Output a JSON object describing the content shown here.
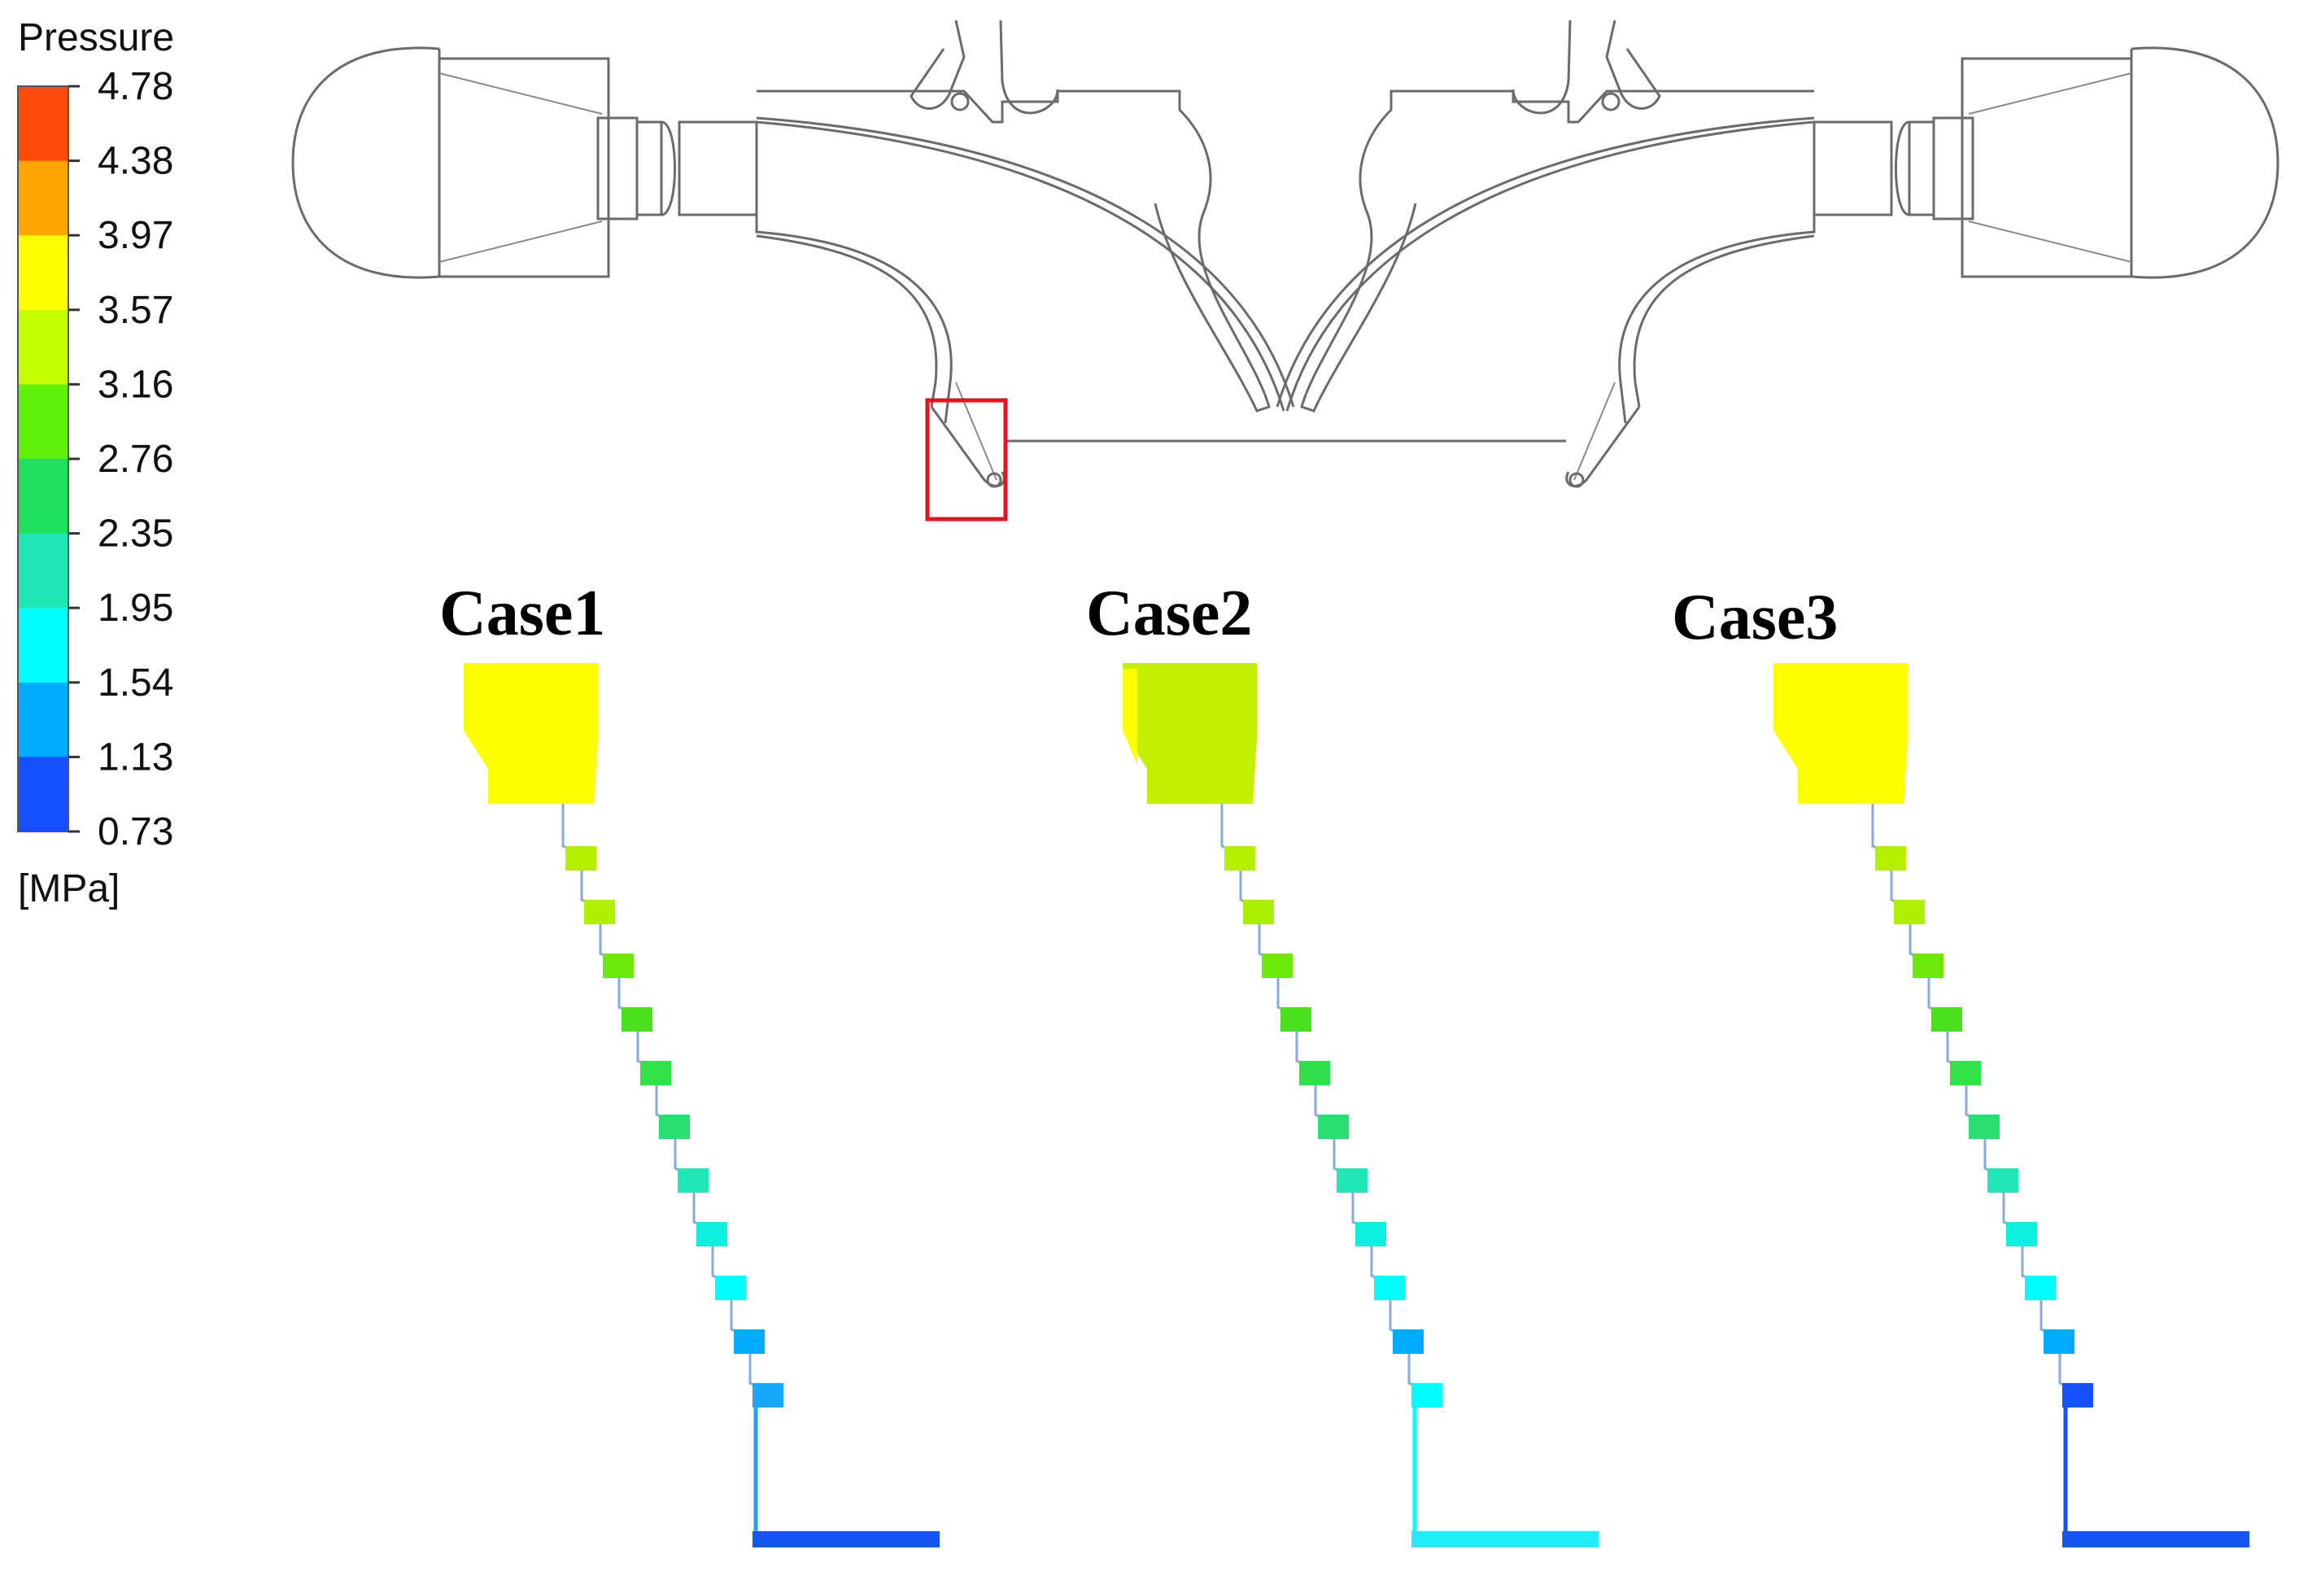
{
  "legend": {
    "title": "Pressure",
    "unit": "[MPa]",
    "ticks": [
      "4.78",
      "4.38",
      "3.97",
      "3.57",
      "3.16",
      "2.76",
      "2.35",
      "1.95",
      "1.54",
      "1.13",
      "0.73"
    ],
    "band_colors": [
      "#ff4a0a",
      "#ffa400",
      "#ffff00",
      "#c3ff00",
      "#5ef20a",
      "#1ee05a",
      "#20e8b4",
      "#00ffff",
      "#00aaff",
      "#1450ff"
    ]
  },
  "cases": [
    {
      "label": "Case1",
      "chamber_color": "#ffff00",
      "teeth_colors": [
        "#b4f000",
        "#aef000",
        "#6ee80a",
        "#4ae020",
        "#32e048",
        "#28e070",
        "#20e8b4",
        "#10f0e0",
        "#00ffff",
        "#00aaff",
        "#18a6f8"
      ],
      "outlet_color": "#1456f0"
    },
    {
      "label": "Case2",
      "chamber_color": "#c3f000",
      "teeth_colors": [
        "#b4f000",
        "#a8f000",
        "#6ee80a",
        "#4ae020",
        "#30e04a",
        "#28e070",
        "#20e8b4",
        "#10f0e0",
        "#00ffff",
        "#00aaff",
        "#00ffff"
      ],
      "outlet_color": "#20ecfa"
    },
    {
      "label": "Case3",
      "chamber_color": "#ffff00",
      "teeth_colors": [
        "#b4f000",
        "#aef000",
        "#6ee80a",
        "#4ae020",
        "#32e048",
        "#28e070",
        "#20e8b4",
        "#10f0e0",
        "#00ffff",
        "#00aaff",
        "#1450ff"
      ],
      "outlet_color": "#1456f0"
    }
  ]
}
